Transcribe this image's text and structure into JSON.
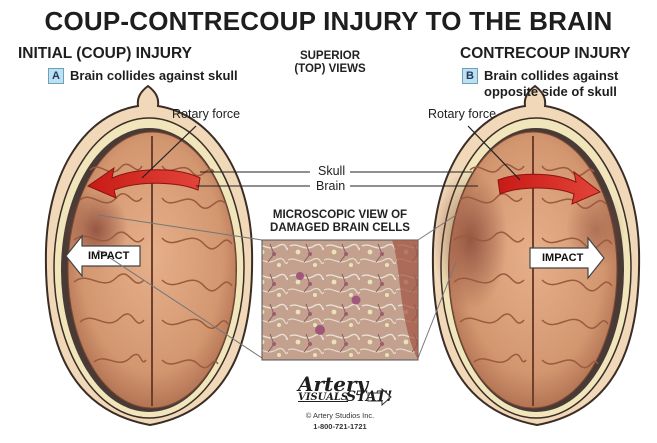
{
  "title": "COUP-CONTRECOUP INJURY TO THE BRAIN",
  "left_panel": {
    "heading": "INITIAL (COUP) INJURY",
    "badge": "A",
    "caption": "Brain collides against skull",
    "rotary_label": "Rotary force",
    "impact_label": "IMPACT"
  },
  "center": {
    "views_label_line1": "SUPERIOR",
    "views_label_line2": "(TOP) VIEWS",
    "skull_label": "Skull",
    "brain_label": "Brain",
    "micro_line1": "MICROSCOPIC VIEW OF",
    "micro_line2": "DAMAGED BRAIN CELLS"
  },
  "right_panel": {
    "heading": "CONTRECOUP INJURY",
    "badge": "B",
    "caption_line1": "Brain collides against",
    "caption_line2": "opposite side of skull",
    "rotary_label": "Rotary force",
    "impact_label": "IMPACT"
  },
  "branding": {
    "logo_word1": "Artery",
    "logo_word2": "VISUALS",
    "logo_word3": "STAT!",
    "copyright": "© Artery Studios Inc.",
    "phone": "1-800-721-1721"
  },
  "colors": {
    "skin": "#f0d8b8",
    "skull": "#f1e6bb",
    "brain": "#d69a72",
    "brain_dark": "#b06d4a",
    "brain_bruise": "#8c4b3b",
    "arrow_red": "#d2231e",
    "cavity": "#4a3a36"
  }
}
